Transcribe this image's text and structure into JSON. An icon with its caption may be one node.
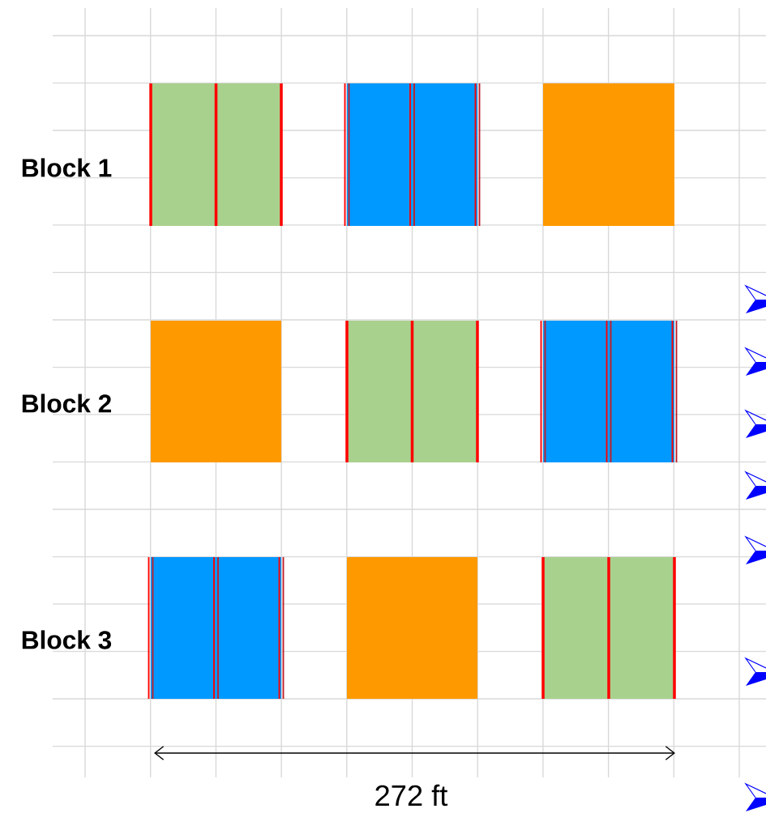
{
  "diagram": {
    "labels": [
      "Block 1",
      "Block 2",
      "Block 3",
      "272 ft"
    ]
  }
}
